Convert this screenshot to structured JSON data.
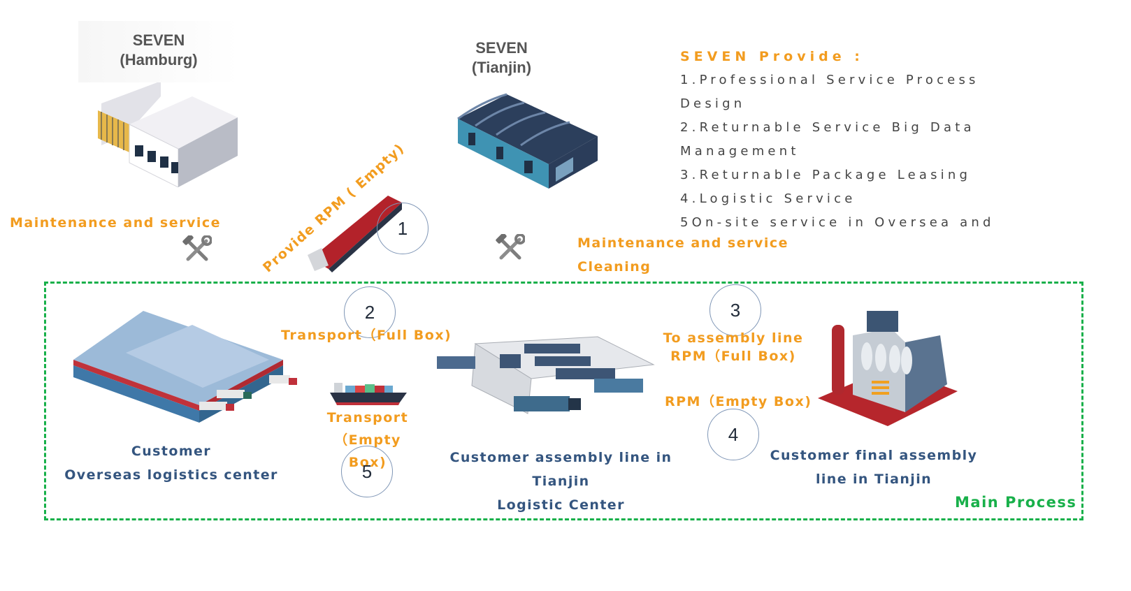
{
  "sites": {
    "hamburg": {
      "name": "SEVEN",
      "city": "(Hamburg)"
    },
    "tianjin": {
      "name": "SEVEN",
      "city": "(Tianjin)"
    }
  },
  "provide": {
    "title": "SEVEN Provide :",
    "items": [
      "1.Professional Service Process",
      "Design",
      "2.Returnable Service Big Data",
      "Management",
      "3.Returnable Package Leasing",
      "4.Logistic Service",
      "5On-site service in Oversea and"
    ]
  },
  "labels": {
    "maintenance_left": "Maintenance and service",
    "maintenance_right": "Maintenance and service",
    "cleaning": "Cleaning",
    "provide_rpm": "Provide RPM ( Empty)",
    "transport_full": "Transport（Full Box)",
    "transport_empty_1": "Transport",
    "transport_empty_2": "（Empty Box)",
    "to_assembly_1": "To assembly line",
    "to_assembly_2": "RPM（Full Box)",
    "rpm_empty": "RPM（Empty Box)",
    "main_process": "Main Process"
  },
  "nodes": {
    "overseas_center": {
      "line1": "Customer",
      "line2": "Overseas logistics center"
    },
    "tianjin_logistic": {
      "line1": "Customer assembly line in Tianjin",
      "line2": "Logistic Center"
    },
    "final_assembly": {
      "line1": "Customer final assembly",
      "line2": "line in Tianjin"
    }
  },
  "steps": [
    "1",
    "2",
    "3",
    "4",
    "5"
  ],
  "icons": {
    "tools": "hammer-wrench-icon",
    "hamburg_building": "warehouse-white-icon",
    "tianjin_building": "warehouse-blue-icon",
    "ship": "cargo-ship-icon",
    "overseas_center": "distribution-center-icon",
    "logistic_center": "logistic-warehouse-icon",
    "factory": "factory-icon"
  },
  "colors": {
    "orange": "#f29c1f",
    "navy": "#34557f",
    "green": "#18b04a",
    "circle": "#7f96b6"
  }
}
